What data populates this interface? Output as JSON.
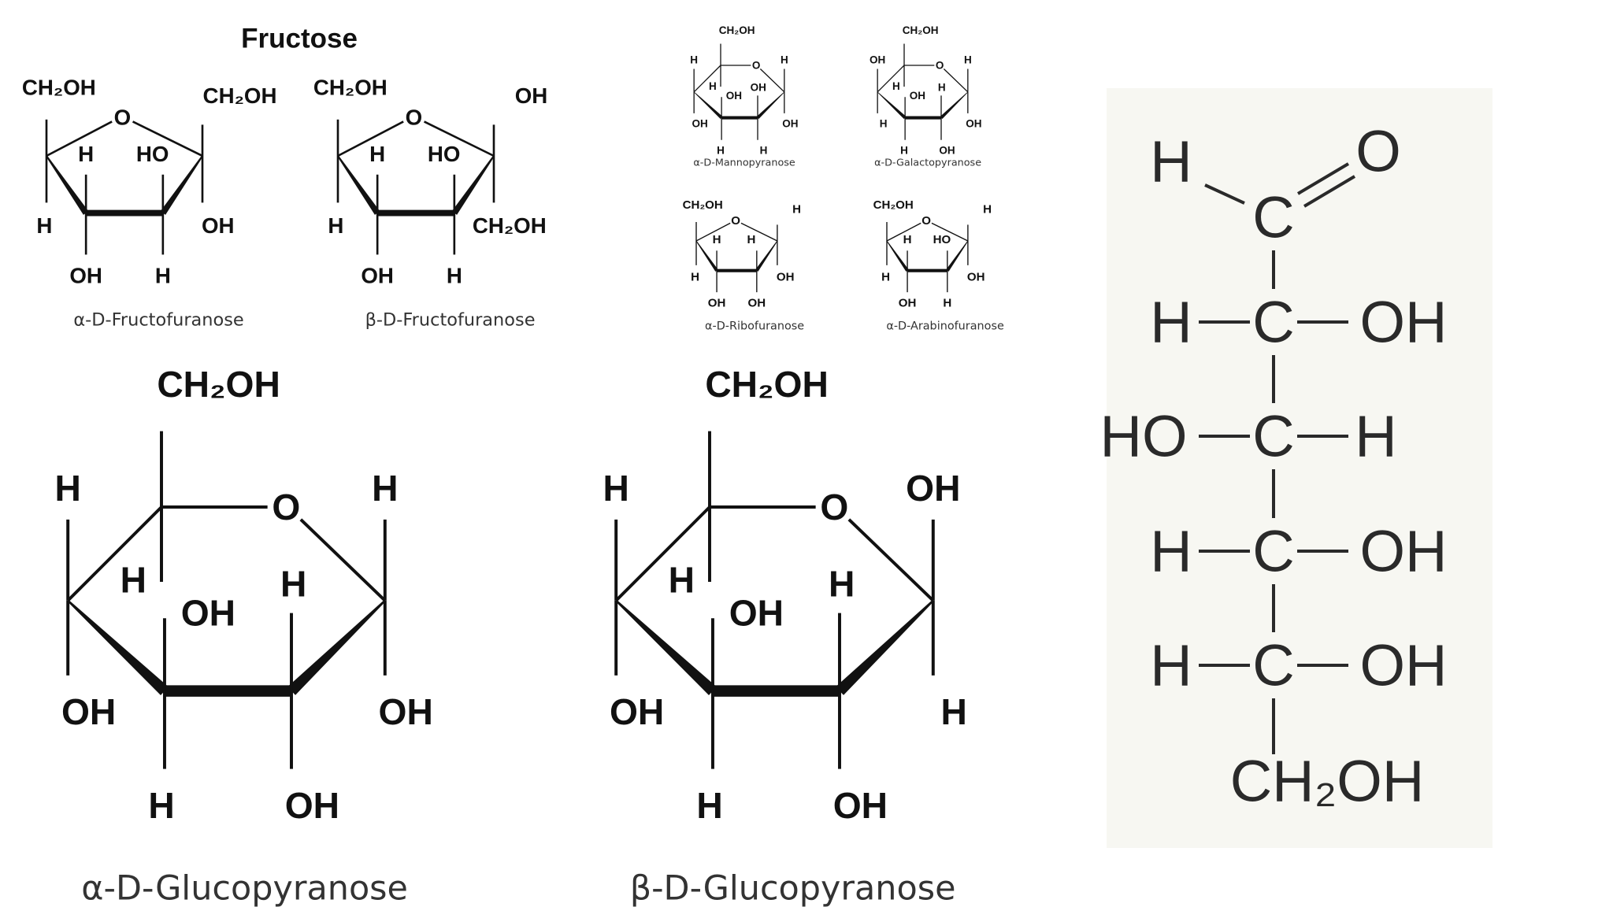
{
  "ring_oxygen": "O",
  "fructose_title": "Fructose",
  "furanoses": [
    {
      "name": "α-D-Fructofuranose",
      "labels": [
        "CH₂OH",
        "H",
        "H",
        "OH",
        "HO",
        "H",
        "CH₂OH",
        "OH"
      ]
    },
    {
      "name": "β-D-Fructofuranose",
      "labels": [
        "CH₂OH",
        "H",
        "H",
        "OH",
        "HO",
        "H",
        "OH",
        "CH₂OH"
      ]
    },
    {
      "name": "α-D-Ribofuranose",
      "labels": [
        "CH₂OH",
        "H",
        "H",
        "OH",
        "H",
        "OH",
        "H",
        "OH"
      ]
    },
    {
      "name": "α-D-Arabinofuranose",
      "labels": [
        "CH₂OH",
        "H",
        "H",
        "OH",
        "HO",
        "H",
        "H",
        "OH"
      ]
    }
  ],
  "pyranoses": [
    {
      "name": "α-D-Glucopyranose",
      "labels": [
        "CH₂OH",
        "H",
        "H",
        "OH",
        "OH",
        "H",
        "H",
        "OH",
        "H",
        "OH"
      ]
    },
    {
      "name": "β-D-Glucopyranose",
      "labels": [
        "CH₂OH",
        "H",
        "H",
        "OH",
        "OH",
        "H",
        "H",
        "OH",
        "OH",
        "H"
      ]
    },
    {
      "name": "α-D-Mannopyranose",
      "labels": [
        "CH₂OH",
        "H",
        "H",
        "OH",
        "OH",
        "H",
        "OH",
        "H",
        "H",
        "OH"
      ]
    },
    {
      "name": "α-D-Galactopyranose",
      "labels": [
        "CH₂OH",
        "H",
        "OH",
        "H",
        "OH",
        "H",
        "H",
        "OH",
        "H",
        "OH"
      ]
    }
  ],
  "fischer": {
    "aldehyde_h": "H",
    "carbon": "C",
    "aldehyde_o": "O",
    "rows": [
      {
        "left": "H",
        "right": "OH"
      },
      {
        "left": "HO",
        "right": "H"
      },
      {
        "left": "H",
        "right": "OH"
      },
      {
        "left": "H",
        "right": "OH"
      }
    ],
    "bottom": "CH₂OH"
  }
}
